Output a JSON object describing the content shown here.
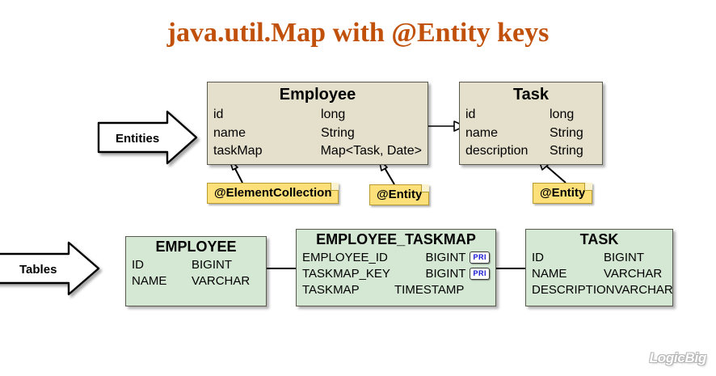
{
  "title": "java.util.Map with @Entity keys",
  "accent_color": "#c1510a",
  "entity_fill": "#e5e0cc",
  "table_fill": "#d5e8d4",
  "note_fill": "#fde07a",
  "callouts": [
    {
      "label": "Entities"
    },
    {
      "label": "Tables"
    }
  ],
  "entities": [
    {
      "name": "Employee",
      "fields": [
        {
          "name": "id",
          "type": "long"
        },
        {
          "name": "name",
          "type": "String"
        },
        {
          "name": "taskMap",
          "type": "Map<Task, Date>"
        }
      ]
    },
    {
      "name": "Task",
      "fields": [
        {
          "name": "id",
          "type": "long"
        },
        {
          "name": "name",
          "type": "String"
        },
        {
          "name": "description",
          "type": "String"
        }
      ]
    }
  ],
  "notes": [
    {
      "label": "@ElementCollection"
    },
    {
      "label": "@Entity"
    },
    {
      "label": "@Entity"
    }
  ],
  "tables": [
    {
      "name": "EMPLOYEE",
      "columns": [
        {
          "name": "ID",
          "type": "BIGINT",
          "key": ""
        },
        {
          "name": "NAME",
          "type": "VARCHAR",
          "key": ""
        }
      ]
    },
    {
      "name": "EMPLOYEE_TASKMAP",
      "columns": [
        {
          "name": "EMPLOYEE_ID",
          "type": "BIGINT",
          "key": "PRI"
        },
        {
          "name": "TASKMAP_KEY",
          "type": "BIGINT",
          "key": "PRI"
        },
        {
          "name": "TASKMAP",
          "type": "TIMESTAMP",
          "key": ""
        }
      ]
    },
    {
      "name": "TASK",
      "columns": [
        {
          "name": "ID",
          "type": "BIGINT",
          "key": ""
        },
        {
          "name": "NAME",
          "type": "VARCHAR",
          "key": ""
        },
        {
          "name": "DESCRIPTION",
          "type": "VARCHAR",
          "key": ""
        }
      ]
    }
  ],
  "watermark": "LogicBig"
}
